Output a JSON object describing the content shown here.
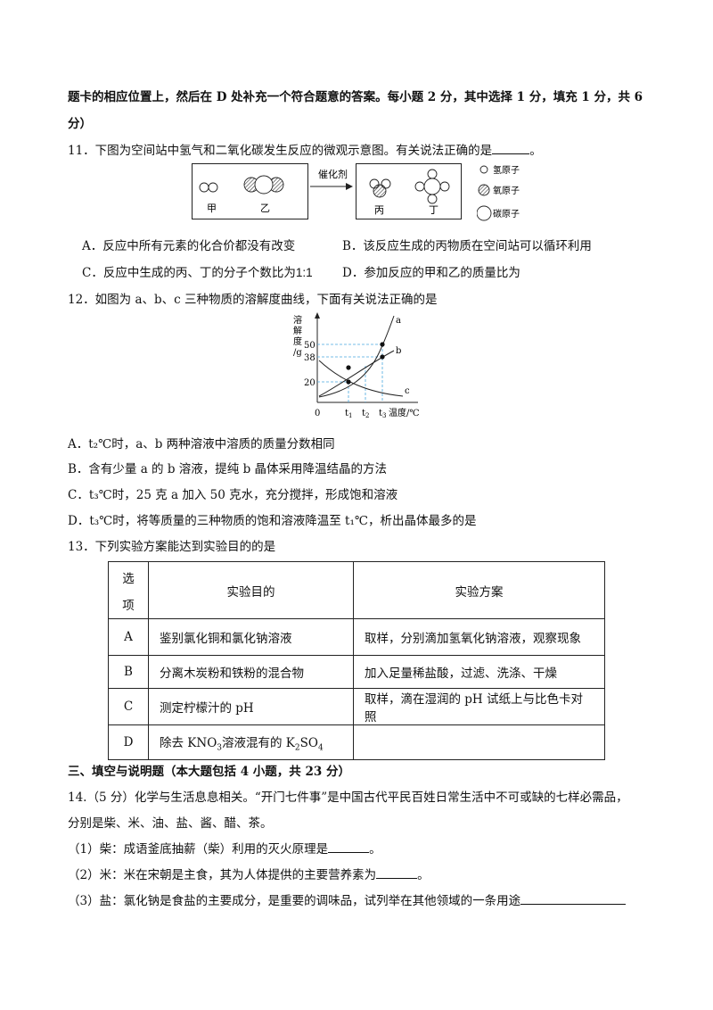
{
  "intro": {
    "line1": "题卡的相应位置上，然后在 D 处补充一个符合题意的答案。每小题 2 分，其中选择 1 分，填充  1 分，共 6",
    "line2": "分）"
  },
  "q11": {
    "stem": "11．下图为空间站中氢气和二氧化碳发生反应的微观示意图。有关说法正确的是",
    "end": "。",
    "diagram": {
      "reactant_a": "甲",
      "reactant_b": "乙",
      "catalyst": "催化剂",
      "product_c": "丙",
      "product_d": "丁",
      "legend": [
        "氢原子",
        "氧原子",
        "碳原子"
      ]
    },
    "options": {
      "A": "A．反应中所有元素的化合价都没有改变",
      "B": "B．该反应生成的丙物质在空间站可以循环利用",
      "C": "C．反应中生成的丙、丁的分子个数比为",
      "C_ratio": "1:1",
      "D": "D．参加反应的甲和乙的质量比为"
    }
  },
  "q12": {
    "stem": "12．如图为 a、b、c 三种物质的溶解度曲线，下面有关说法正确的是",
    "graph": {
      "ylabel": [
        "溶",
        "解",
        "度",
        "/g"
      ],
      "y_ticks": [
        "50",
        "38",
        "20"
      ],
      "origin": "0",
      "x_ticks": [
        "t",
        "t",
        "t"
      ],
      "x_subs": [
        "1",
        "2",
        "3"
      ],
      "xlabel": "温度/℃",
      "curves": [
        "a",
        "b",
        "c"
      ]
    },
    "options": {
      "A": "A．t₂℃时，a、b 两种溶液中溶质的质量分数相同",
      "B": "B．含有少量 a 的 b 溶液，提纯 b 晶体采用降温结晶的方法",
      "C": "C．t₃℃时，25 克 a 加入 50 克水，充分搅拌，形成饱和溶液",
      "D": "D．t₃℃时，将等质量的三种物质的饱和溶液降温至 t₁℃，析出晶体最多的是"
    }
  },
  "q13": {
    "stem": "13．下列实验方案能达到实验目的的是",
    "headers": {
      "opt1": "选",
      "opt2": "项",
      "purpose": "实验目的",
      "plan": "实验方案"
    },
    "rows": [
      {
        "opt": "A",
        "purpose": "鉴别氯化铜和氯化钠溶液",
        "plan": "取样，分别滴加氢氧化钠溶液，观察现象"
      },
      {
        "opt": "B",
        "purpose": "分离木炭粉和铁粉的混合物",
        "plan": "加入足量稀盐酸，过滤、洗涤、干燥"
      },
      {
        "opt": "C",
        "purpose": "测定柠檬汁的 pH",
        "plan": "取样，滴在湿润的 pH 试纸上与比色卡对照"
      },
      {
        "opt": "D",
        "purpose_a": "除去 KNO",
        "purpose_b": "3",
        "purpose_c": "溶液混有的 K",
        "purpose_d": "2",
        "purpose_e": "SO",
        "purpose_f": "4",
        "plan": ""
      }
    ]
  },
  "section3": {
    "title": "三、填空与说明题（本大题包括 4 小题，共 23 分）"
  },
  "q14": {
    "stem1": "14.（5 分）化学与生活息息相关。“开门七件事”是中国古代平民百姓日常生活中不可或缺的七样必需品，",
    "stem2": "分别是柴、米、油、盐、酱、醋、茶。",
    "s1": "（1）柴：成语釜底抽薪（柴）利用的灭火原理是",
    "s2": "（2）米：米在宋朝是主食，其为人体提供的主要营养素为",
    "s3": "（3）盐：氯化钠是食盐的主要成分，是重要的调味品，试列举在其他领域的一条用途",
    "period": "。"
  }
}
